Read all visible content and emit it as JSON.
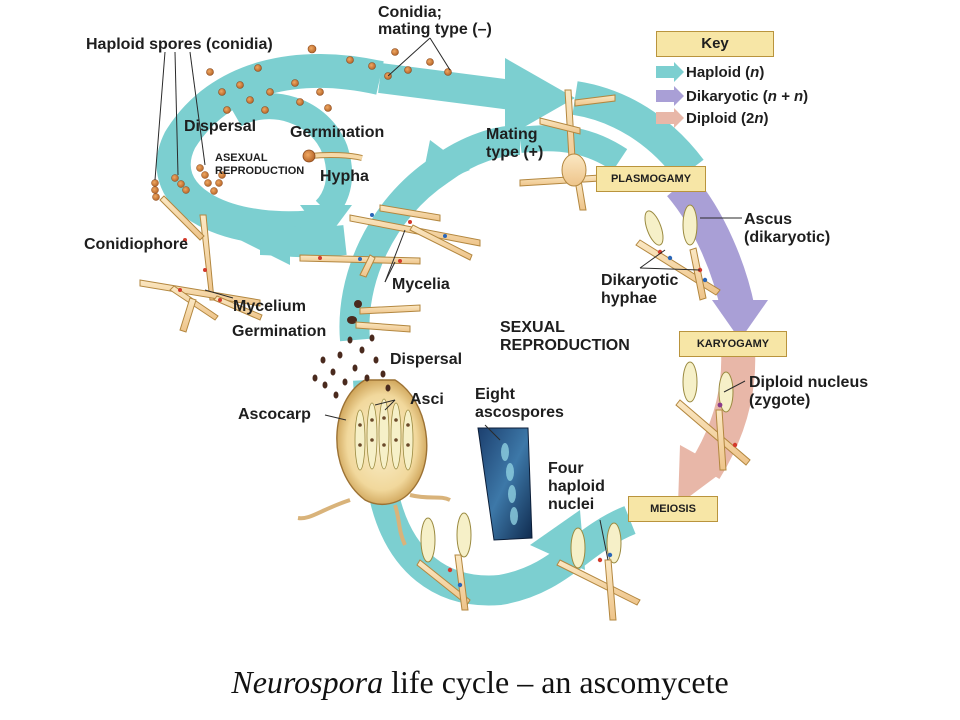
{
  "diagram": {
    "labels": {
      "haploid_spores": "Haploid spores (conidia)",
      "conidia_mating": "Conidia;",
      "conidia_mating_2": "mating type (–)",
      "dispersal_top": "Dispersal",
      "germination_top": "Germination",
      "asexual_1": "ASEXUAL",
      "asexual_2": "REPRODUCTION",
      "hypha": "Hypha",
      "mating_plus_1": "Mating",
      "mating_plus_2": "type (+)",
      "conidiophore": "Conidiophore",
      "mycelia": "Mycelia",
      "mycelium": "Mycelium",
      "germination_mid": "Germination",
      "dispersal_mid": "Dispersal",
      "sexual_1": "SEXUAL",
      "sexual_2": "REPRODUCTION",
      "ascocarp": "Ascocarp",
      "asci": "Asci",
      "eight_1": "Eight",
      "eight_2": "ascospores",
      "four_1": "Four",
      "four_2": "haploid",
      "four_3": "nuclei",
      "ascus_1": "Ascus",
      "ascus_2": "(dikaryotic)",
      "dikaryotic_1": "Dikaryotic",
      "dikaryotic_2": "hyphae",
      "diploid_1": "Diploid nucleus",
      "diploid_2": "(zygote)"
    },
    "stages": {
      "plasmogamy": "PLASMOGAMY",
      "karyogamy": "KARYOGAMY",
      "meiosis": "MEIOSIS"
    },
    "key": {
      "title": "Key",
      "items": [
        {
          "label": "Haploid (",
          "italic": "n",
          "end": ")",
          "color": "#7ccfd0"
        },
        {
          "label": "Dikaryotic (",
          "italic": "n + n",
          "end": ")",
          "color": "#a99fd6"
        },
        {
          "label": "Diploid (2",
          "italic": "n",
          "end": ")",
          "color": "#e8b7a8"
        }
      ]
    },
    "caption": {
      "italic": "Neurospora",
      "rest": " life cycle – an ascomycete"
    },
    "colors": {
      "haploid": "#7ccfd0",
      "dikaryotic": "#a99fd6",
      "diploid": "#e8b7a8",
      "hypha_fill": "#f6d9a8",
      "spore": "#d0833d",
      "ascospore_dark": "#4a2a1e",
      "nucleus_red": "#d33a2c",
      "nucleus_blue": "#2a66b8"
    }
  }
}
